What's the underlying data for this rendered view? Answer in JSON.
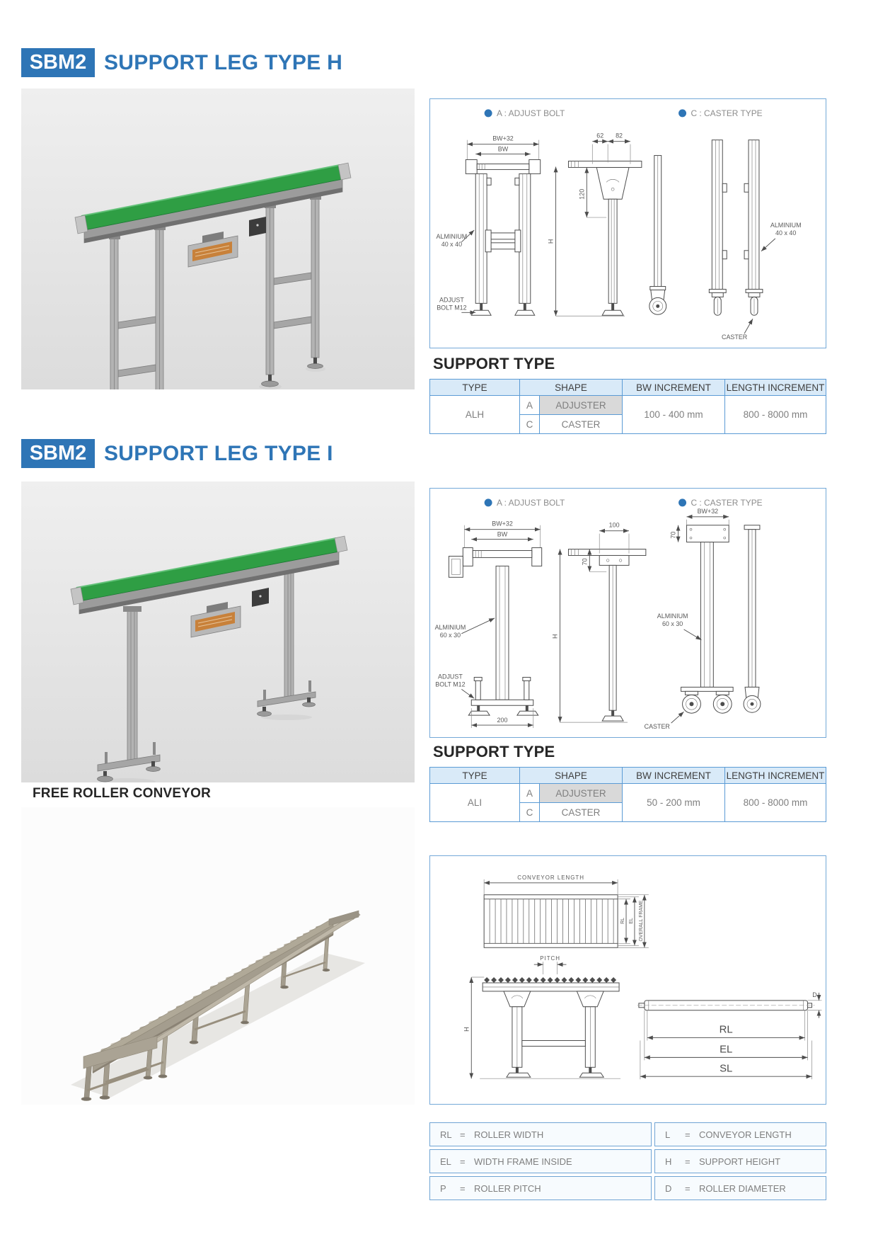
{
  "colors": {
    "accent_blue": "#2e75b6",
    "table_border": "#5b9bd5",
    "table_header_bg": "#d9eaf8",
    "adjuster_cell_bg": "#d9d9d9",
    "panel_border": "#74a9d8",
    "belt_green": "#2f9e44",
    "image_bg": "#e3e3e3"
  },
  "section_h": {
    "badge": "SBM2",
    "title": "SUPPORT LEG TYPE H",
    "panel": {
      "legend_a": "A : ADJUST BOLT",
      "legend_c": "C : CASTER TYPE",
      "dims": {
        "bw32": "BW+32",
        "bw": "BW",
        "d62": "62",
        "d82": "82",
        "d120": "120",
        "h": "H"
      },
      "labels": {
        "alu1_l1": "ALMINIUM",
        "alu1_l2": "40 x 40",
        "alu2_l1": "ALMINIUM",
        "alu2_l2": "40 x 40",
        "adjust_l1": "ADJUST",
        "adjust_l2": "BOLT M12",
        "caster": "CASTER"
      }
    },
    "support_heading": "SUPPORT TYPE",
    "table": {
      "headers": [
        "TYPE",
        "SHAPE",
        "BW INCREMENT",
        "LENGTH INCREMENT"
      ],
      "type": "ALH",
      "shape_a_key": "A",
      "shape_a_val": "ADJUSTER",
      "shape_c_key": "C",
      "shape_c_val": "CASTER",
      "bw_increment": "100 - 400 mm",
      "length_increment": "800 - 8000 mm"
    }
  },
  "section_i": {
    "badge": "SBM2",
    "title": "SUPPORT LEG TYPE I",
    "panel": {
      "legend_a": "A : ADJUST BOLT",
      "legend_c": "C : CASTER TYPE",
      "dims": {
        "bw32": "BW+32",
        "bw": "BW",
        "d100": "100",
        "d70": "70",
        "h": "H",
        "d200": "200",
        "bw32_c": "BW+32",
        "d70_c": "70"
      },
      "labels": {
        "alu1_l1": "ALMINIUM",
        "alu1_l2": "60 x 30",
        "alu2_l1": "ALMINIUM",
        "alu2_l2": "60 x 30",
        "adjust_l1": "ADJUST",
        "adjust_l2": "BOLT M12",
        "caster": "CASTER"
      }
    },
    "support_heading": "SUPPORT TYPE",
    "table": {
      "headers": [
        "TYPE",
        "SHAPE",
        "BW INCREMENT",
        "LENGTH INCREMENT"
      ],
      "type": "ALI",
      "shape_a_key": "A",
      "shape_a_val": "ADJUSTER",
      "shape_c_key": "C",
      "shape_c_val": "CASTER",
      "bw_increment": "50 - 200 mm",
      "length_increment": "800 - 8000 mm"
    }
  },
  "section_roller": {
    "title": "FREE ROLLER CONVEYOR",
    "panel": {
      "dims": {
        "conveyor_length": "CONVEYOR LENGTH",
        "rl": "RL",
        "el": "EL",
        "overall": "OVERALL FRAME",
        "pitch": "PITCH",
        "h": "H",
        "d": "D",
        "rl2": "RL",
        "el2": "EL",
        "sl": "SL"
      }
    },
    "legend": {
      "eq": "=",
      "rows": [
        {
          "key": "RL",
          "value": "ROLLER WIDTH",
          "key2": "L",
          "value2": "CONVEYOR  LENGTH"
        },
        {
          "key": "EL",
          "value": "WIDTH FRAME INSIDE",
          "key2": "H",
          "value2": "SUPPORT HEIGHT"
        },
        {
          "key": "P",
          "value": "ROLLER PITCH",
          "key2": "D",
          "value2": "ROLLER DIAMETER"
        }
      ]
    }
  }
}
